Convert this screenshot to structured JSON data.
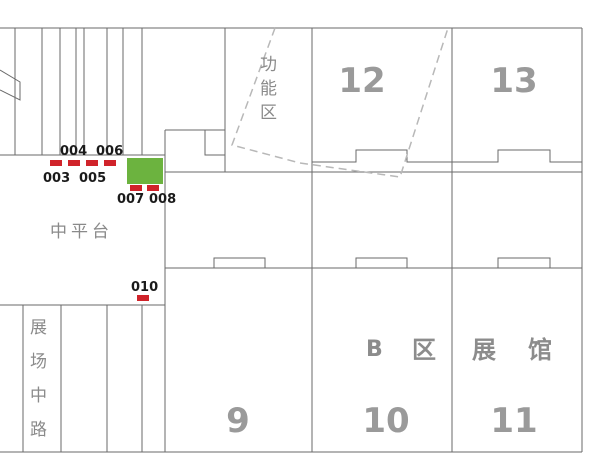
{
  "halls": {
    "h12": "12",
    "h13": "13",
    "h9": "9",
    "h10": "10",
    "h11": "11"
  },
  "areas": {
    "function_area": [
      "功",
      "能",
      "区"
    ],
    "middle_platform": "中平台",
    "expo_road": [
      "展",
      "场",
      "中",
      "路"
    ],
    "b_area_label": "B",
    "b_area_qu": "区",
    "b_area_zhan": "展",
    "b_area_guan": "馆"
  },
  "booths": {
    "b003": "003",
    "b004": "004",
    "b005": "005",
    "b006": "006",
    "b007": "007",
    "b008": "008",
    "b010": "010"
  },
  "colors": {
    "booth_red": "#d0232a",
    "highlight_green": "#6cb33f",
    "line_gray": "#555555",
    "text_gray": "#8a8a8a"
  }
}
